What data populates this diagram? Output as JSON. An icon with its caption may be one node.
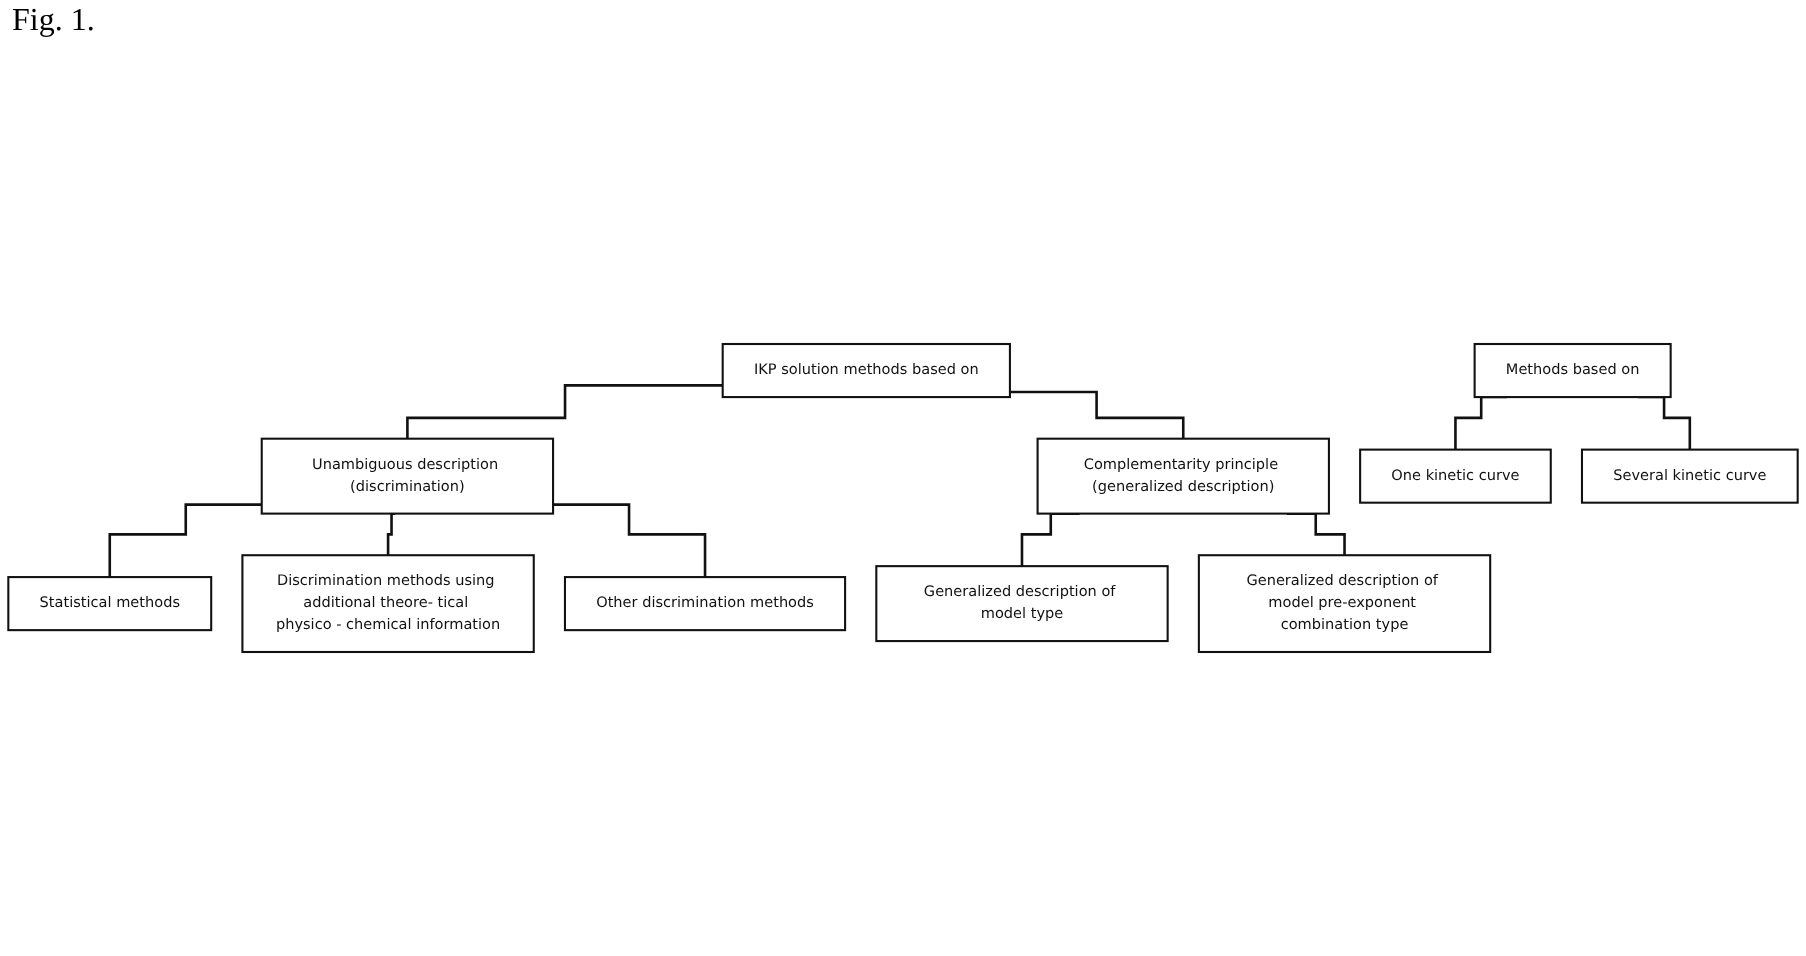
{
  "diagram": {
    "caption": "Fig. 1.",
    "nodes": [
      {
        "text": [
          "IKP solution methods based on"
        ]
      },
      {
        "text": [
          "Unambiguous description (discrimination)"
        ]
      },
      {
        "text": [
          "Complementarity principle (generalized description)"
        ]
      },
      {
        "text": [
          "Statistical methods"
        ]
      },
      {
        "text": [
          "Discrimination methods using additional theore- tical physico - chemical information"
        ]
      },
      {
        "text": [
          "Other discrimination methods"
        ]
      },
      {
        "text": [
          "Generalized description of model type"
        ]
      },
      {
        "text": [
          "Generalized description of model pre-exponent combination type"
        ]
      },
      {
        "text": [
          "Methods based on"
        ]
      },
      {
        "text": [
          "One kinetic curve"
        ]
      },
      {
        "text": [
          "Several kinetic curve"
        ]
      }
    ],
    "edges": [
      {
        "from": 0,
        "to": 1,
        "arrow": "none"
      },
      {
        "from": 0,
        "to": 2,
        "arrow": "none"
      },
      {
        "from": 1,
        "to": 3,
        "arrow": "none"
      },
      {
        "from": 1,
        "to": 4,
        "arrow": "none"
      },
      {
        "from": 1,
        "to": 5,
        "arrow": "none"
      },
      {
        "from": 2,
        "to": 6,
        "arrow": "none"
      },
      {
        "from": 2,
        "to": 7,
        "arrow": "none"
      },
      {
        "from": 8,
        "to": 9,
        "arrow": "none"
      },
      {
        "from": 8,
        "to": 10,
        "arrow": "none"
      }
    ]
  }
}
